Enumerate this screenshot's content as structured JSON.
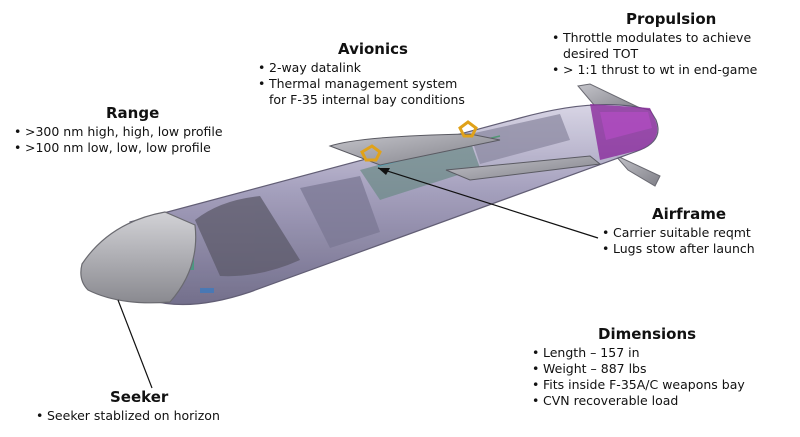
{
  "range": {
    "title": "Range",
    "items": [
      ">300 nm high, high, low profile",
      ">100 nm low, low, low profile"
    ]
  },
  "avionics": {
    "title": "Avionics",
    "items": [
      "2-way datalink",
      "Thermal management system",
      "for F-35 internal bay conditions"
    ]
  },
  "propulsion": {
    "title": "Propulsion",
    "items": [
      "Throttle modulates to achieve",
      "desired TOT",
      "> 1:1 thrust to wt in end-game"
    ]
  },
  "airframe": {
    "title": "Airframe",
    "items": [
      "Carrier suitable reqmt",
      "Lugs stow after launch"
    ]
  },
  "dimensions": {
    "title": "Dimensions",
    "items": [
      "Length – 157 in",
      "Weight – 887 lbs",
      "Fits inside F-35A/C weapons bay",
      "CVN recoverable load"
    ]
  },
  "seeker": {
    "title": "Seeker",
    "items": [
      "Seeker stablized on horizon"
    ]
  },
  "colors": {
    "body": "#8e8aa8",
    "nose": "#a8a8ac",
    "fin": "#9c9ca4",
    "accent": "#8a2a9c",
    "lug": "#e0a21a"
  }
}
